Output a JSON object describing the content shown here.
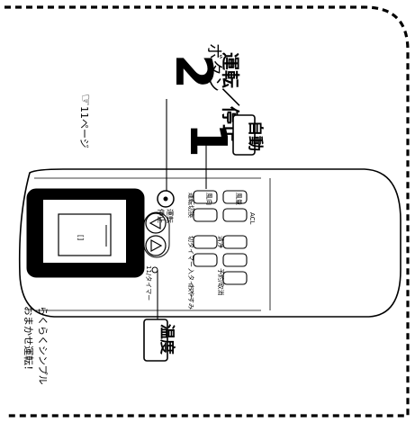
{
  "caption": {
    "line1": "らくらくシンプル",
    "line2": "おまかせ運転！"
  },
  "callouts": {
    "temp": "温度",
    "auto": "自動",
    "step1": "1",
    "step2": "2",
    "run_stop_line1": "運転／停止",
    "run_stop_line2": "ボタン",
    "page_ref": "11ページ"
  },
  "remote": {
    "display_mark": "[]",
    "btn_temp": "温度",
    "btn_run_stop_1": "運転",
    "btn_run_stop_2": "停止",
    "btn_mode": "運転切換",
    "btn_fan": "風向",
    "btn_fan2": "風量",
    "btn_timer_on": "入タイマー",
    "btn_timer_off": "切タイマー",
    "btn_reserve": "予約/取消",
    "btn_sleep": "おやすみ",
    "btn_clean": "清浄",
    "btn_acl": "ACL",
    "label_timer": "11/タイマー"
  }
}
